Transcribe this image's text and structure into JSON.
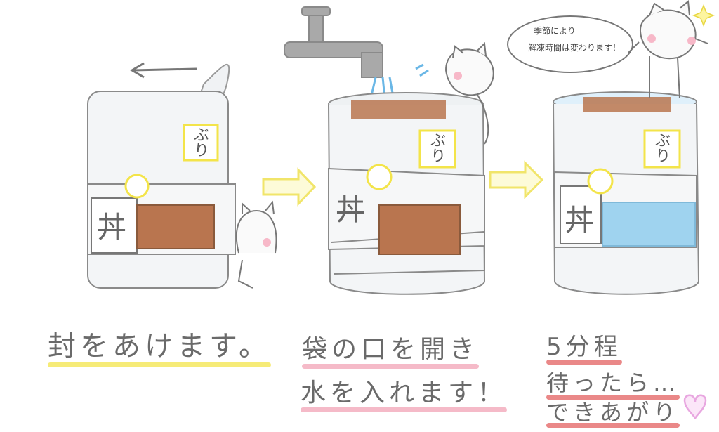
{
  "steps": [
    {
      "caption_lines": [
        "封をあけます。"
      ],
      "caption_color": "#f3e44a",
      "bag_label": "ぶり",
      "bowl_label": "丼"
    },
    {
      "caption_lines": [
        "袋の口を開き",
        "水を入れます！"
      ],
      "caption_color": "#f2a3b6",
      "bag_label": "ぶり",
      "bowl_label": "丼"
    },
    {
      "caption_lines": [
        "5分程",
        "待ったら…",
        "できあがり"
      ],
      "caption_color": "#e36060",
      "bag_label": "ぶり",
      "bowl_label": "丼"
    }
  ],
  "speech_bubble": {
    "line1": "季節により",
    "line2": "解凍時間は変わります！"
  },
  "colors": {
    "outline": "#8a8a8a",
    "fish": "#b9754f",
    "water": "#9fd3ef",
    "label_box": "#f3e44a",
    "arrow": "#f1e56a",
    "cat_cheek": "#f7b8c8",
    "heart": "#e8a7e0"
  },
  "icons": [
    "left-arrow-icon",
    "right-arrow-icon",
    "heart-icon",
    "sparkle-icon",
    "cat-icon",
    "faucet-icon"
  ]
}
